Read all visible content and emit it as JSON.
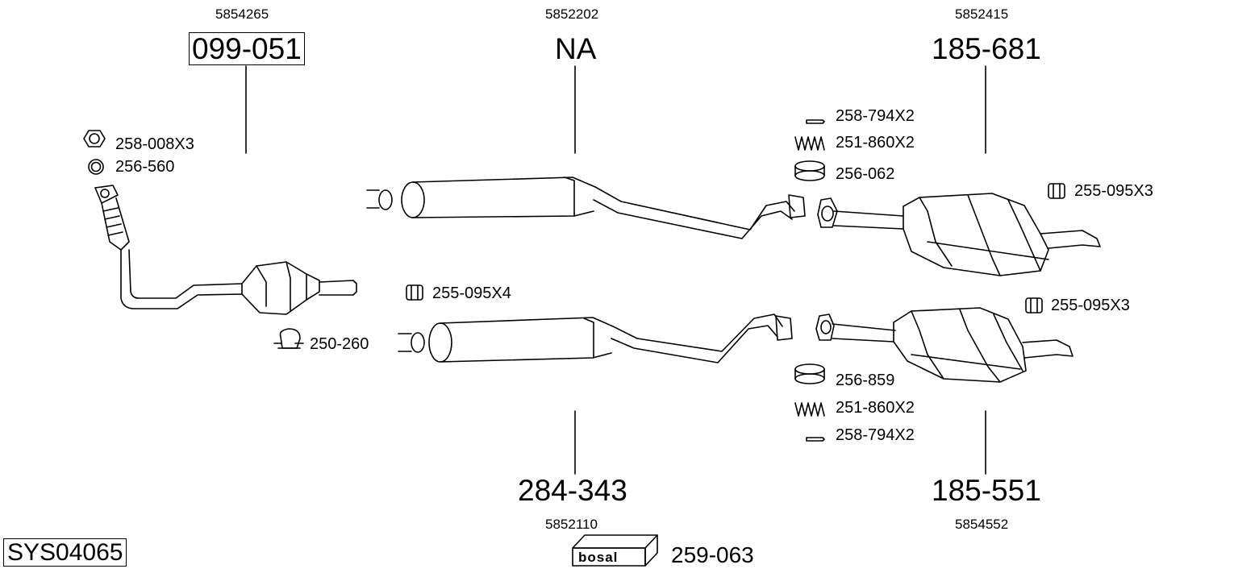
{
  "sections": {
    "front": {
      "oem": "5854265",
      "part": "099-051"
    },
    "center_top": {
      "oem": "5852202",
      "part": "NA"
    },
    "rear_top": {
      "oem": "5852415",
      "part": "185-681"
    },
    "center_bottom": {
      "oem": "5852110",
      "part": "284-343"
    },
    "rear_bottom": {
      "oem": "5854552",
      "part": "185-551"
    }
  },
  "accessories": {
    "nut": "258-008X3",
    "ring": "256-560",
    "clamp": "250-260",
    "hanger_center": "255-095X4",
    "bolt_top": "258-794X2",
    "spring_top": "251-860X2",
    "gasket_top": "256-062",
    "hanger_rear_top": "255-095X3",
    "hanger_rear_bottom": "255-095X3",
    "gasket_bottom": "256-859",
    "spring_bottom": "251-860X2",
    "bolt_bottom": "258-794X2"
  },
  "footer": {
    "system_code": "SYS04065",
    "brand": "bosal",
    "brand_part": "259-063"
  }
}
